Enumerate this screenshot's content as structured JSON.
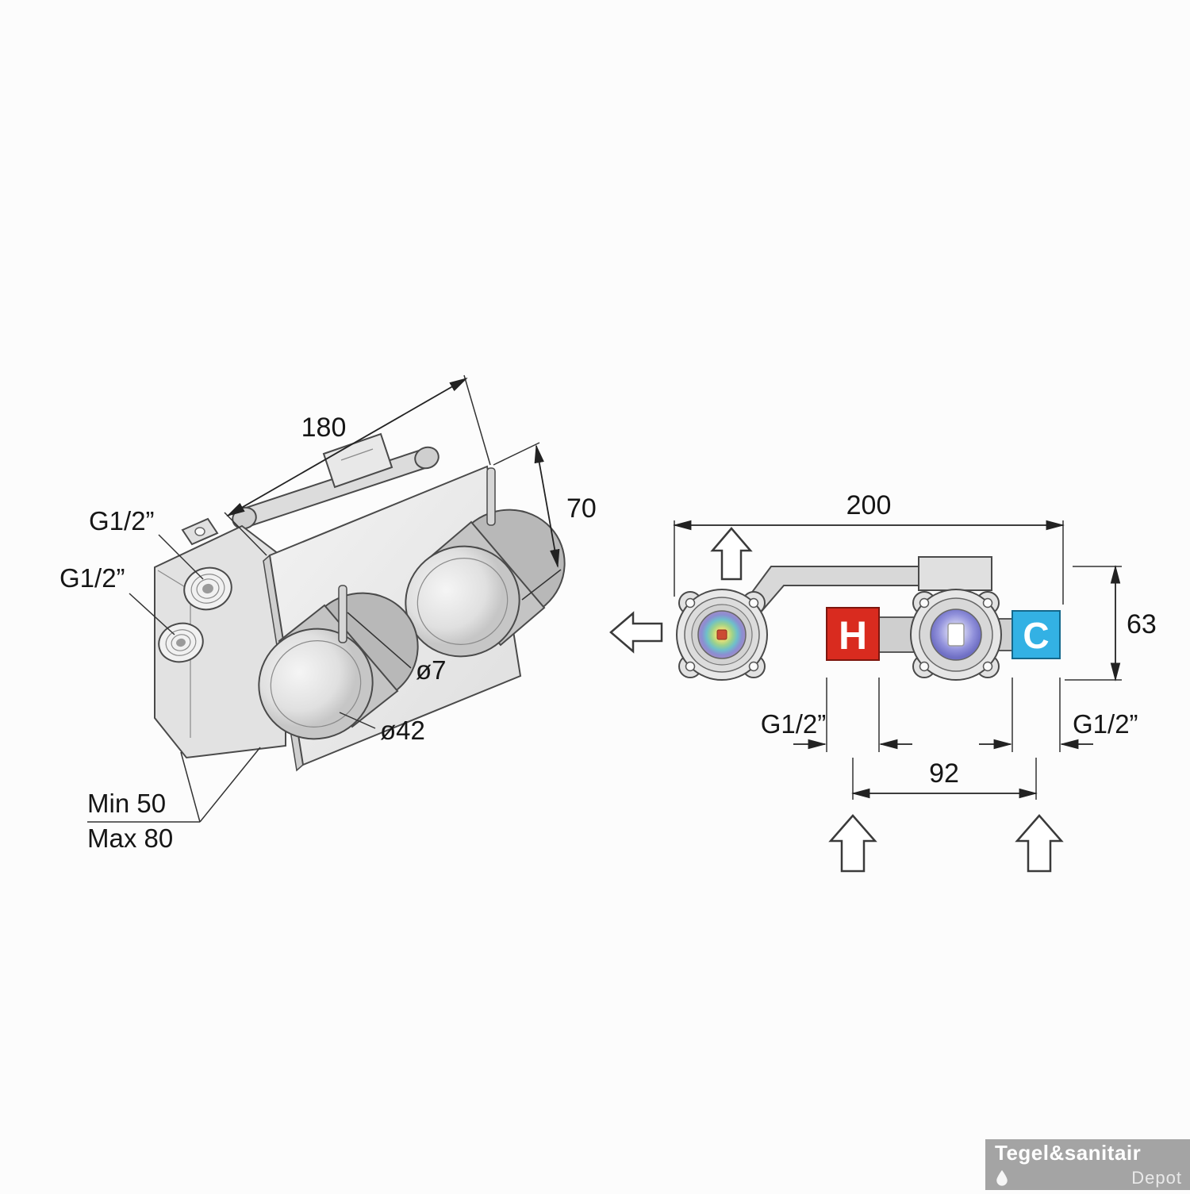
{
  "page": {
    "background": "#fcfcfc"
  },
  "left_view": {
    "dim_width": "180",
    "dim_height": "70",
    "port_top_label": "G1/2”",
    "port_bottom_label": "G1/2”",
    "pin_diameter_label": "ø7",
    "handle_diameter_label": "ø42",
    "depth_min_label": "Min 50",
    "depth_max_label": "Max 80"
  },
  "right_view": {
    "dim_width": "200",
    "dim_height": "63",
    "dim_center_spacing": "92",
    "port_left_label": "G1/2”",
    "port_right_label": "G1/2”",
    "hot_label": "H",
    "hot_color": "#d92b1f",
    "cold_label": "C",
    "cold_color": "#33b1e4"
  },
  "watermark": {
    "brand": "Tegel&sanitair",
    "subbrand": "Depot"
  }
}
